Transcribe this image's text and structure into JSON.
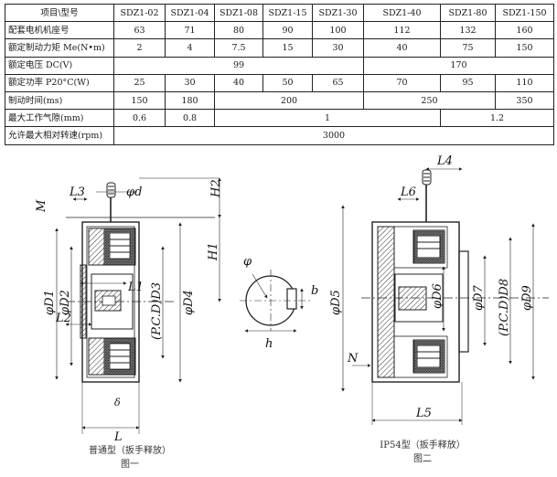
{
  "table": {
    "header": {
      "label": "项目\\型号",
      "models": [
        "SDZ1-02",
        "SDZ1-04",
        "SDZ1-08",
        "SDZ1-15",
        "SDZ1-30",
        "SDZ1-40",
        "SDZ1-80",
        "SDZ1-150"
      ]
    },
    "rows": {
      "motor_frame": {
        "label": "配套电机机座号",
        "values": [
          "63",
          "71",
          "80",
          "90",
          "100",
          "112",
          "132",
          "160"
        ]
      },
      "torque": {
        "label": "额定制动力矩 Me(N•m)",
        "values": [
          "2",
          "4",
          "7.5",
          "15",
          "30",
          "40",
          "75",
          "150"
        ]
      },
      "voltage": {
        "label": "额定电压 DC(V)",
        "values": [
          "99",
          "170"
        ]
      },
      "power": {
        "label": "额定功率 P20°C(W)",
        "values": [
          "25",
          "30",
          "40",
          "50",
          "65",
          "70",
          "95",
          "110"
        ]
      },
      "brake_time": {
        "label": "制动时间(ms)",
        "values": [
          "150",
          "180",
          "200",
          "250",
          "350"
        ]
      },
      "air_gap": {
        "label": "最大工作气隙(mm)",
        "values": [
          "0.6",
          "0.8",
          "1",
          "1.2"
        ]
      },
      "max_speed": {
        "label": "允许最大相对转速(rpm)",
        "values": [
          "3000"
        ]
      }
    }
  },
  "drawing1": {
    "dims": {
      "L3": "L3",
      "phi_d": "φd",
      "H2": "H2",
      "M": "M",
      "H1": "H1",
      "D1": "φD1",
      "D2": "φD2",
      "L1": "L1",
      "PCD_D3": "(P.C.D)D3",
      "D4": "φD4",
      "L2": "L2",
      "delta": "δ",
      "L": "L"
    },
    "caption": "普通型（扳手释放）",
    "figure": "图一"
  },
  "key_section": {
    "dims": {
      "phi": "φ",
      "b": "b",
      "h": "h"
    }
  },
  "drawing2": {
    "dims": {
      "L4": "L4",
      "L6": "L6",
      "D5": "φD5",
      "D6": "φD6",
      "D7": "φD7",
      "PCD_D8": "(P.C.D)D8",
      "D9": "φD9",
      "N": "N",
      "L5": "L5"
    },
    "caption": "IP54型（扳手释放）",
    "figure": "图二"
  }
}
